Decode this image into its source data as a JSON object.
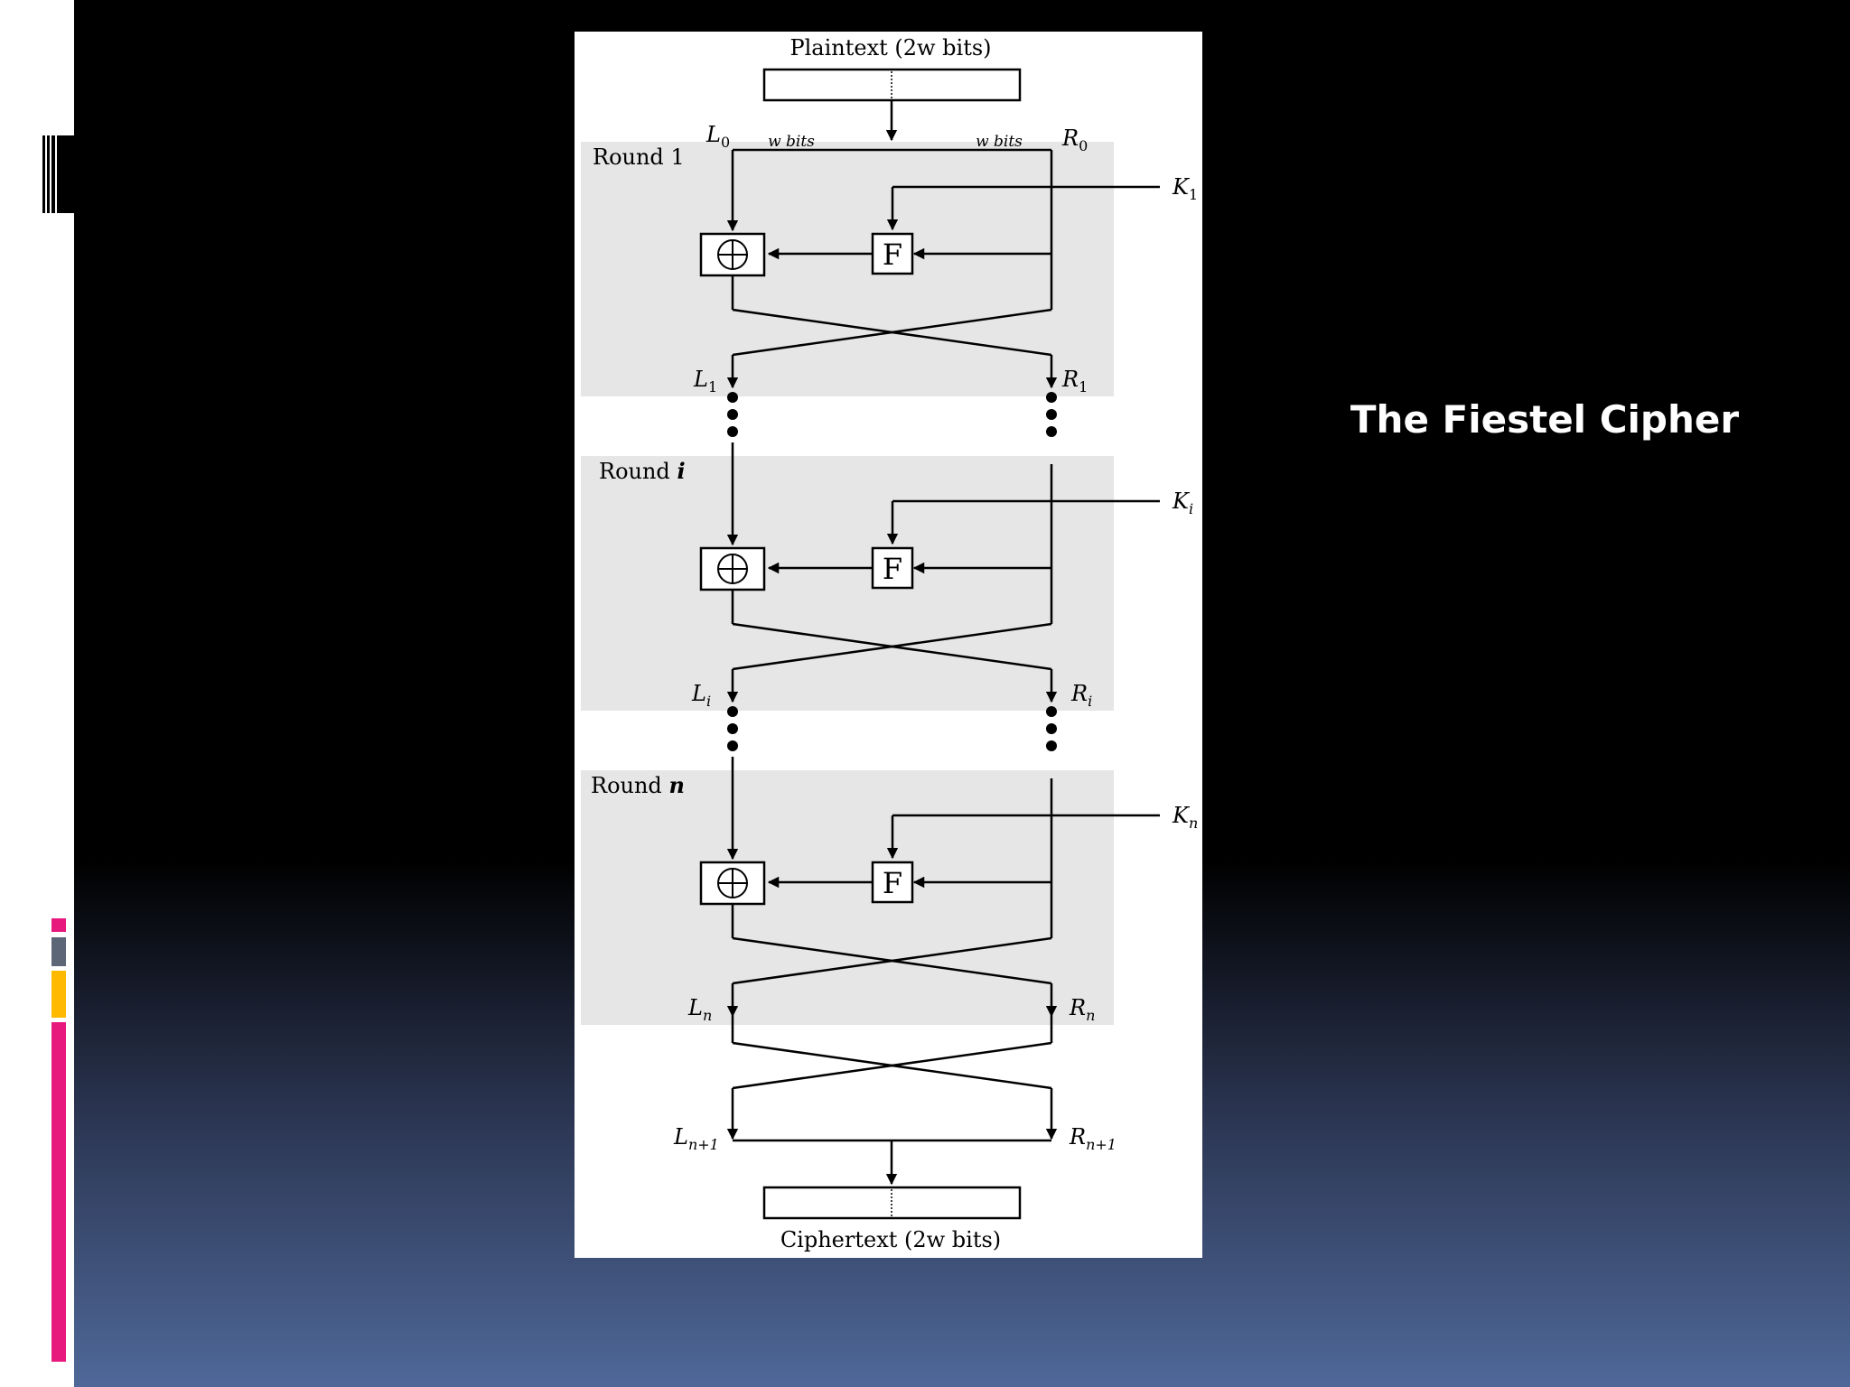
{
  "slide": {
    "title": "The Fiestel Cipher",
    "colors": {
      "accent_pink": "#e8197d",
      "accent_gray": "#5c6677",
      "accent_yellow": "#ffb900",
      "background_top": "#000000",
      "background_bottom": "#4f6899"
    }
  },
  "diagram": {
    "plaintext_label": "Plaintext (2w bits)",
    "ciphertext_label": "Ciphertext (2w bits)",
    "half_width_label": "w bits",
    "f_label": "F",
    "xor_label": "⊕",
    "rounds": [
      {
        "label_main": "Round ",
        "label_idx": "1",
        "in_left": {
          "base": "L",
          "sub": "0"
        },
        "in_right": {
          "base": "R",
          "sub": "0"
        },
        "key": {
          "base": "K",
          "sub": "1"
        },
        "out_left": {
          "base": "L",
          "sub": "1"
        },
        "out_right": {
          "base": "R",
          "sub": "1"
        }
      },
      {
        "label_main": "Round ",
        "label_idx": "i",
        "key": {
          "base": "K",
          "sub": "i"
        },
        "out_left": {
          "base": "L",
          "sub": "i"
        },
        "out_right": {
          "base": "R",
          "sub": "i"
        }
      },
      {
        "label_main": "Round ",
        "label_idx": "n",
        "key": {
          "base": "K",
          "sub": "n"
        },
        "out_left": {
          "base": "L",
          "sub": "n"
        },
        "out_right": {
          "base": "R",
          "sub": "n"
        }
      }
    ],
    "final_left": {
      "base": "L",
      "sub": "n+1"
    },
    "final_right": {
      "base": "R",
      "sub": "n+1"
    }
  }
}
